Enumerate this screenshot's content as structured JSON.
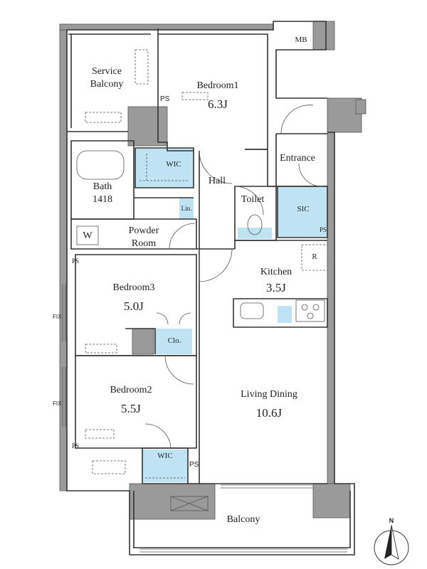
{
  "rooms": {
    "service_balcony": {
      "line1": "Service",
      "line2": "Balcony"
    },
    "bedroom1": {
      "name": "Bedroom1",
      "size": "6.3J"
    },
    "mb": "MB",
    "wic_top": "WIC",
    "hall": "Hall",
    "entrance": "Entrance",
    "bath": {
      "name": "Bath",
      "size": "1418"
    },
    "toilet": "Toilet",
    "sic": "SIC",
    "lin": "Lin.",
    "washer": "W",
    "powder_room": {
      "line1": "Powder",
      "line2": "Room"
    },
    "refrigerator": "R",
    "kitchen": {
      "name": "Kitchen",
      "size": "3.5J"
    },
    "bedroom3": {
      "name": "Bedroom3",
      "size": "5.0J"
    },
    "closet": "Clo.",
    "bedroom2": {
      "name": "Bedroom2",
      "size": "5.5J"
    },
    "living_dining": {
      "name": "Living Dining",
      "size": "10.6J"
    },
    "wic_bottom": "WIC",
    "balcony": "Balcony",
    "north": "N"
  },
  "ps_labels": [
    "PS",
    "PS",
    "PS",
    "PS",
    "PS"
  ],
  "fix_label": "FIX",
  "colors": {
    "wall": "#9a9a9a",
    "storage": "#bfe3f2",
    "line": "#333333"
  }
}
